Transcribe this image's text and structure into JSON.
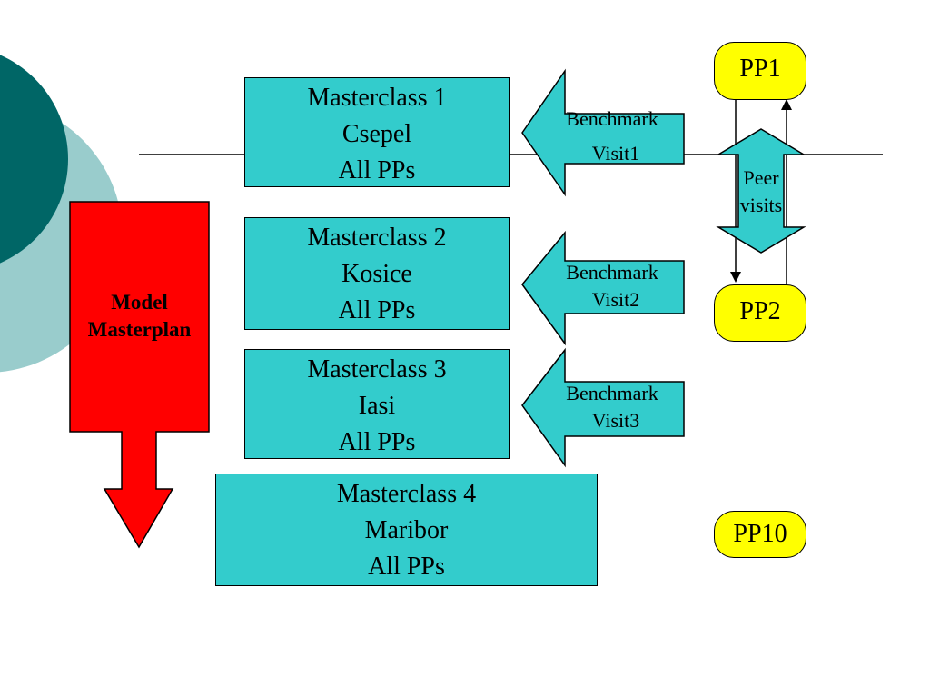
{
  "colors": {
    "teal_box": "#33cccc",
    "dark_teal": "#006666",
    "light_teal": "#99cccc",
    "red": "#ff0000",
    "yellow": "#ffff00"
  },
  "model": {
    "line1": "Model",
    "line2": "Masterplan"
  },
  "masterclasses": [
    {
      "title": "Masterclass 1",
      "place": "Csepel",
      "who": "All PPs"
    },
    {
      "title": "Masterclass 2",
      "place": "Kosice",
      "who": "All PPs"
    },
    {
      "title": "Masterclass 3",
      "place": "Iasi",
      "who": "All PPs"
    },
    {
      "title": "Masterclass 4",
      "place": "Maribor",
      "who": "All PPs"
    }
  ],
  "benchmarks": [
    {
      "line1": "Benchmark",
      "line2": "Visit1"
    },
    {
      "line1": "Benchmark",
      "line2": "Visit2"
    },
    {
      "line1": "Benchmark",
      "line2": "Visit3"
    }
  ],
  "partners": {
    "pp1": "PP1",
    "pp2": "PP2",
    "pp10": "PP10"
  },
  "peer": {
    "line1": "Peer",
    "line2": "visits"
  }
}
